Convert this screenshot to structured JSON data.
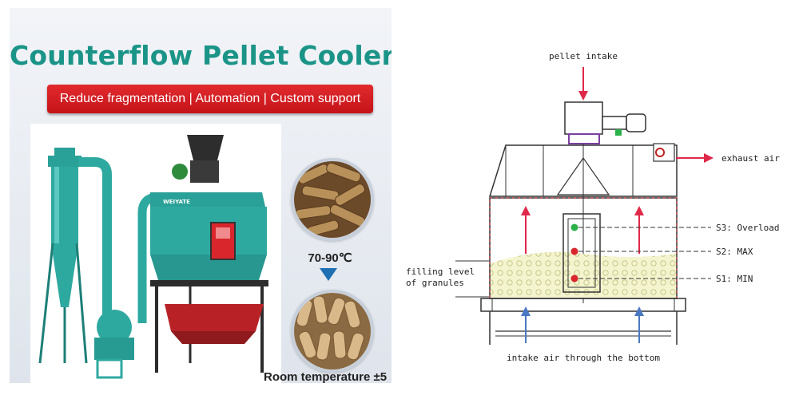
{
  "left_panel": {
    "title": "Counterflow Pellet Cooler",
    "subtitle": "Reduce fragmentation | Automation | Custom support",
    "temp_hot": "70-90℃",
    "temp_room": "Room temperature ±5",
    "brand_mark": "WEIYATE",
    "colors": {
      "title": "#1b9488",
      "banner": "#d41e22",
      "machine": "#2ea9a0",
      "arrow": "#1f6fb3"
    }
  },
  "diagram": {
    "pellet_intake": "pellet intake",
    "exhaust_air": "exhaust air",
    "s3": "S3: Overload",
    "s2": "S2: MAX",
    "s1": "S1: MIN",
    "filling_line1": "filling level",
    "filling_line2": "of granules",
    "intake_air": "intake air through the bottom",
    "colors": {
      "flow_arrow": "#e0294a",
      "air_arrow": "#4a78c2",
      "granules": "#f4f4cf",
      "sensor_green": "#2db14a",
      "sensor_red": "#d8262c"
    }
  }
}
